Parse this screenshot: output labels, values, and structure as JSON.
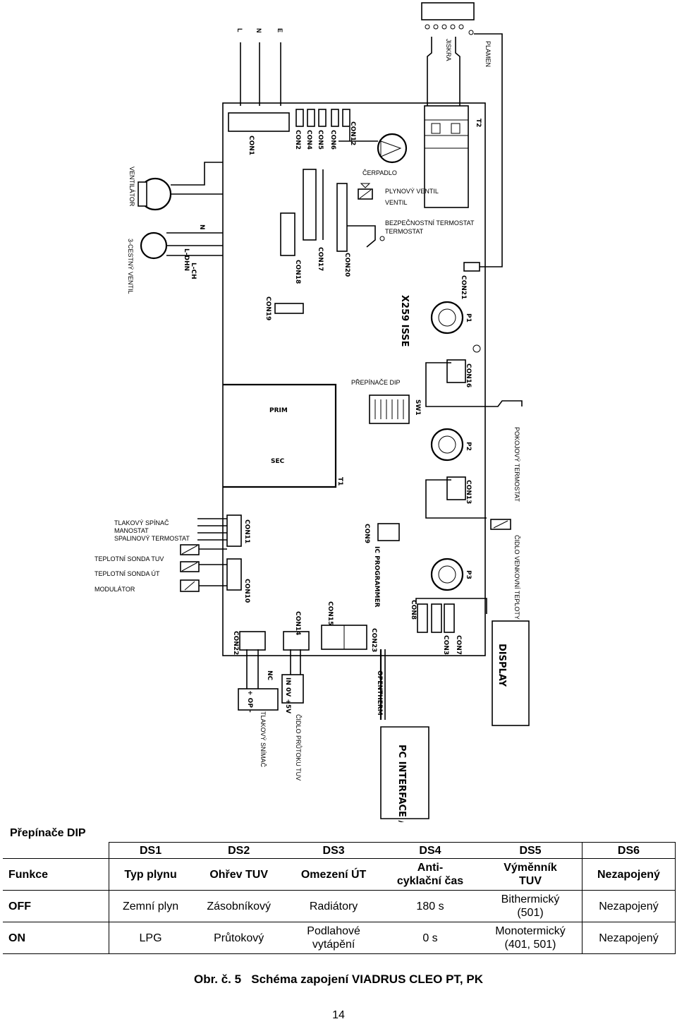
{
  "diagram": {
    "mains": [
      "L",
      "N",
      "E"
    ],
    "labels": {
      "plamen": "PLAMEN",
      "jiskra": "JISKRA",
      "t2": "T2",
      "ventilator": "VENTILÁTOR",
      "ventil3": "3-CESTNÝ VENTIL",
      "cerpadlo": "ČERPADLO",
      "plynovy_ventil": "PLYNOVÝ VENTIL",
      "bezp_termostat": "BEZPEČNOSTNÍ TERMOSTAT",
      "x259": "X259  ISSE",
      "p1": "P1",
      "p2": "P2",
      "p3": "P3",
      "prepinace_dip": "PŘEPÍNAČE DIP",
      "sw1": "SW1",
      "prim": "PRIM",
      "sec": "SEC",
      "t1": "T1",
      "pokojovy": "POKOJOVÝ TERMOSTAT",
      "tlakovy_spinac": "TLAKOVÝ SPÍNAČ",
      "manostat": "MANOSTAT",
      "spalinovy": "SPALINOVÝ TERMOSTAT",
      "sonda_tuv": "TEPLOTNÍ SONDA TUV",
      "sonda_ut": "TEPLOTNÍ SONDA ÚT",
      "modulator": "MODULÁTOR",
      "cidlo_venkovni": "ČIDLO VENKOVNÍ TEPLOTY",
      "ic_programmer": "IC PROGRAMMER",
      "display": "DISPLAY",
      "opentherm": "OPENTHERM",
      "pc_interface": "PC INTERFACE /CASCADE INTERFACE",
      "tlakovy_snimac": "TLAKOVÝ SNÍMAČ",
      "cidlo_prutoku": "ČIDLO PRŮTOKU TUV",
      "nc": "NC",
      "op_plus": "+ OP -",
      "sensor_pins": "IN 0V +5V",
      "n_mark": "N",
      "l_dhn": "L-DHN",
      "l_ch": "L-CH"
    },
    "connectors": {
      "con1": "CON1",
      "con2": "CON2",
      "con4": "CON4",
      "con5": "CON5",
      "con6": "CON6",
      "con12": "CON12",
      "con17": "CON17",
      "con18": "CON18",
      "con20": "CON20",
      "con21": "CON21",
      "con19": "CON19",
      "con16": "CON16",
      "con13": "CON13",
      "con11": "CON11",
      "con9": "CON9",
      "con10": "CON10",
      "con8": "CON8",
      "con7": "CON7",
      "con3": "CON3",
      "con22": "CON22",
      "con14": "CON14",
      "con15": "CON15",
      "con23": "CON23"
    }
  },
  "dip": {
    "title": "Přepínače DIP",
    "headers": [
      "DS1",
      "DS2",
      "DS3",
      "DS4",
      "DS5",
      "DS6"
    ],
    "rows": [
      {
        "label": "Funkce",
        "cells": [
          "Typ plynu",
          "Ohřev TUV",
          "Omezení ÚT",
          "Anti-\ncyklační čas",
          "Výměnník\nTUV",
          "Nezapojený"
        ]
      },
      {
        "label": "OFF",
        "cells": [
          "Zemní plyn",
          "Zásobníkový",
          "Radiátory",
          "180 s",
          "Bithermický\n(501)",
          "Nezapojený"
        ]
      },
      {
        "label": "ON",
        "cells": [
          "LPG",
          "Průtokový",
          "Podlahové\nvytápění",
          "0 s",
          "Monotermický\n(401, 501)",
          "Nezapojený"
        ]
      }
    ]
  },
  "caption": {
    "prefix": "Obr. č. 5",
    "text": "Schéma zapojení VIADRUS CLEO PT, PK"
  },
  "page_number": "14"
}
